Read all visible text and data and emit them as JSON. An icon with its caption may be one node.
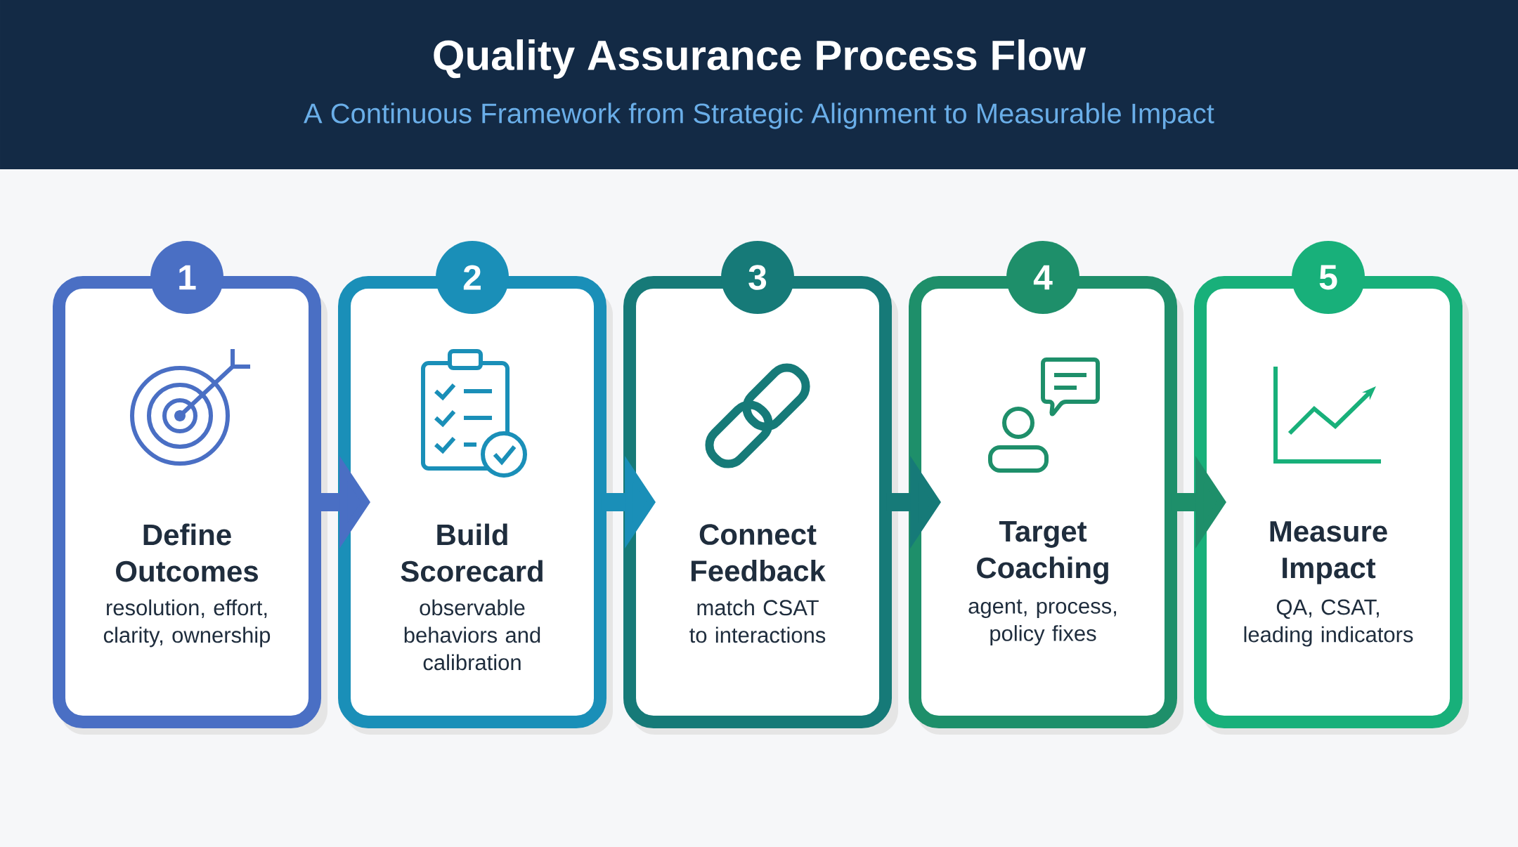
{
  "diagram": {
    "title": "Quality Assurance Process Flow",
    "nodes": [
      {
        "text": [
          "1",
          "Define Outcomes",
          "resolution, effort, clarity, ownership"
        ]
      },
      {
        "text": [
          "2",
          "Build Scorecard",
          "observable behaviors and calibration"
        ]
      },
      {
        "text": [
          "3",
          "Connect Feedback",
          "match CSAT to interactions"
        ]
      },
      {
        "text": [
          "4",
          "Target Coaching",
          "agent, process, policy fixes"
        ]
      },
      {
        "text": [
          "5",
          "Measure Impact",
          "QA, CSAT, leading indicators"
        ]
      }
    ],
    "edges": [
      {
        "from": 0,
        "to": 1,
        "arrow": "to"
      },
      {
        "from": 1,
        "to": 2,
        "arrow": "to"
      },
      {
        "from": 2,
        "to": 3,
        "arrow": "to"
      },
      {
        "from": 3,
        "to": 4,
        "arrow": "to"
      }
    ],
    "labels": [
      "A Continuous Framework from Strategic Alignment to Measurable Impact"
    ]
  }
}
